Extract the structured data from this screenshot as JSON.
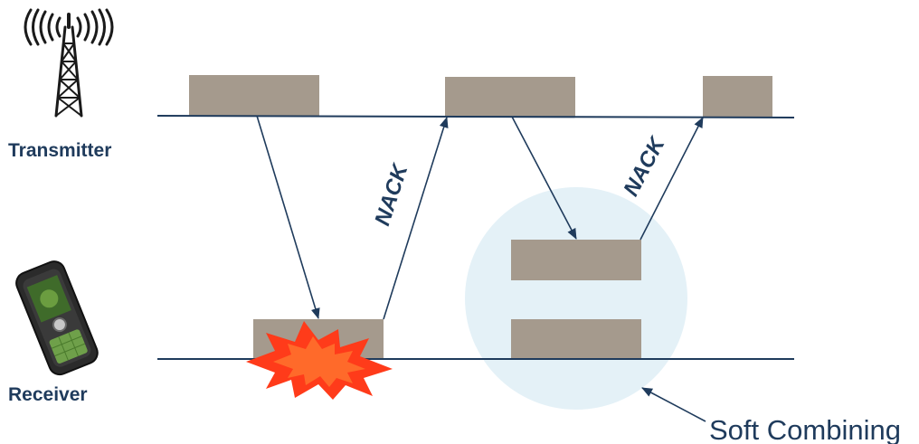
{
  "labels": {
    "transmitter": "Transmitter",
    "receiver": "Receiver",
    "nack_1": "NACK",
    "nack_2": "NACK",
    "soft_combining": "Soft Combining"
  },
  "icons": {
    "transmitter": "radio-tower-icon",
    "receiver": "mobile-phone-icon",
    "error": "explosion-burst-icon"
  },
  "colors": {
    "text": "#1f3b5c",
    "packet": "#a59a8d",
    "line": "#1f3b5c",
    "combining_circle": "#e4f1f7",
    "burst_outer": "#ff3b1a",
    "burst_inner": "#ff6a2a"
  }
}
